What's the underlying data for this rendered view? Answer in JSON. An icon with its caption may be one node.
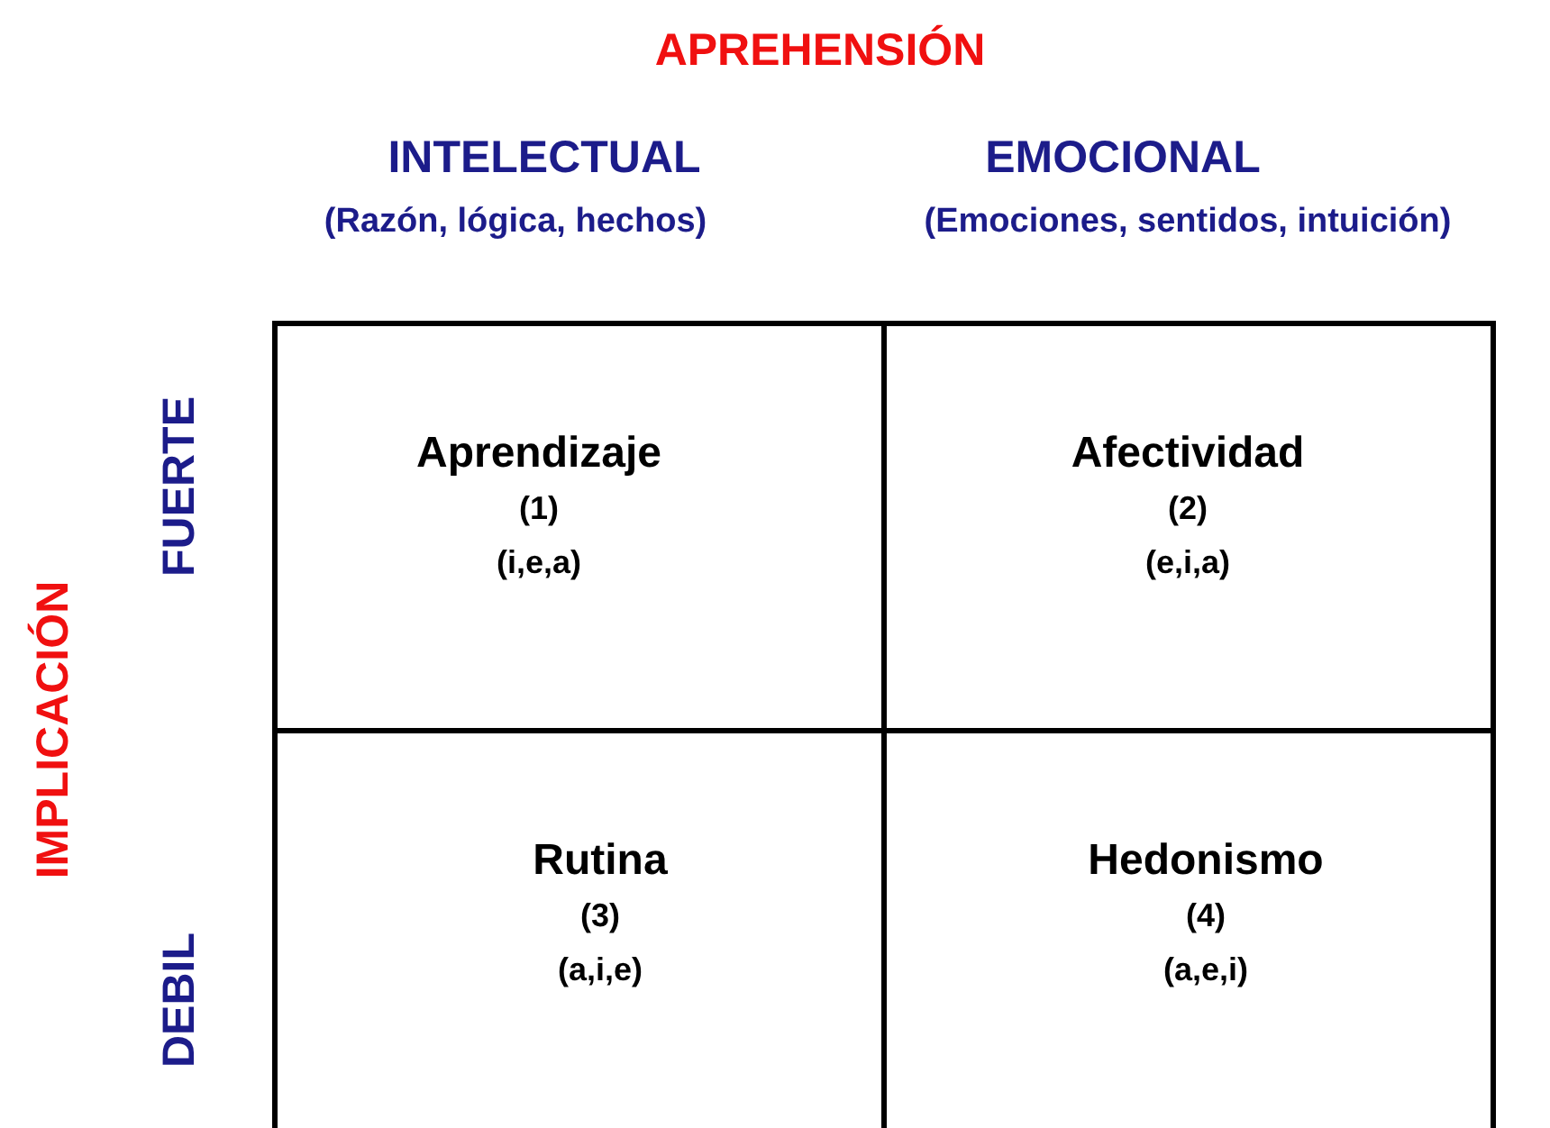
{
  "diagram": {
    "title": "APREHENSIÓN",
    "nodes": [
      {
        "text": [
          "Aprendizaje",
          "(1)",
          "(i,e,a)"
        ]
      },
      {
        "text": [
          "Afectividad",
          "(2)",
          "(e,i,a)"
        ]
      },
      {
        "text": [
          "Rutina",
          "(3)",
          "(a,i,e)"
        ]
      },
      {
        "text": [
          "Hedonismo",
          "(4)",
          "(a,e,i)"
        ]
      }
    ],
    "labels": [
      "INTELECTUAL",
      "(Razón, lógica, hechos)",
      "EMOCIONAL",
      "(Emociones, sentidos, intuición)",
      "IMPLICACIÓN",
      "FUERTE",
      "DEBIL"
    ]
  }
}
